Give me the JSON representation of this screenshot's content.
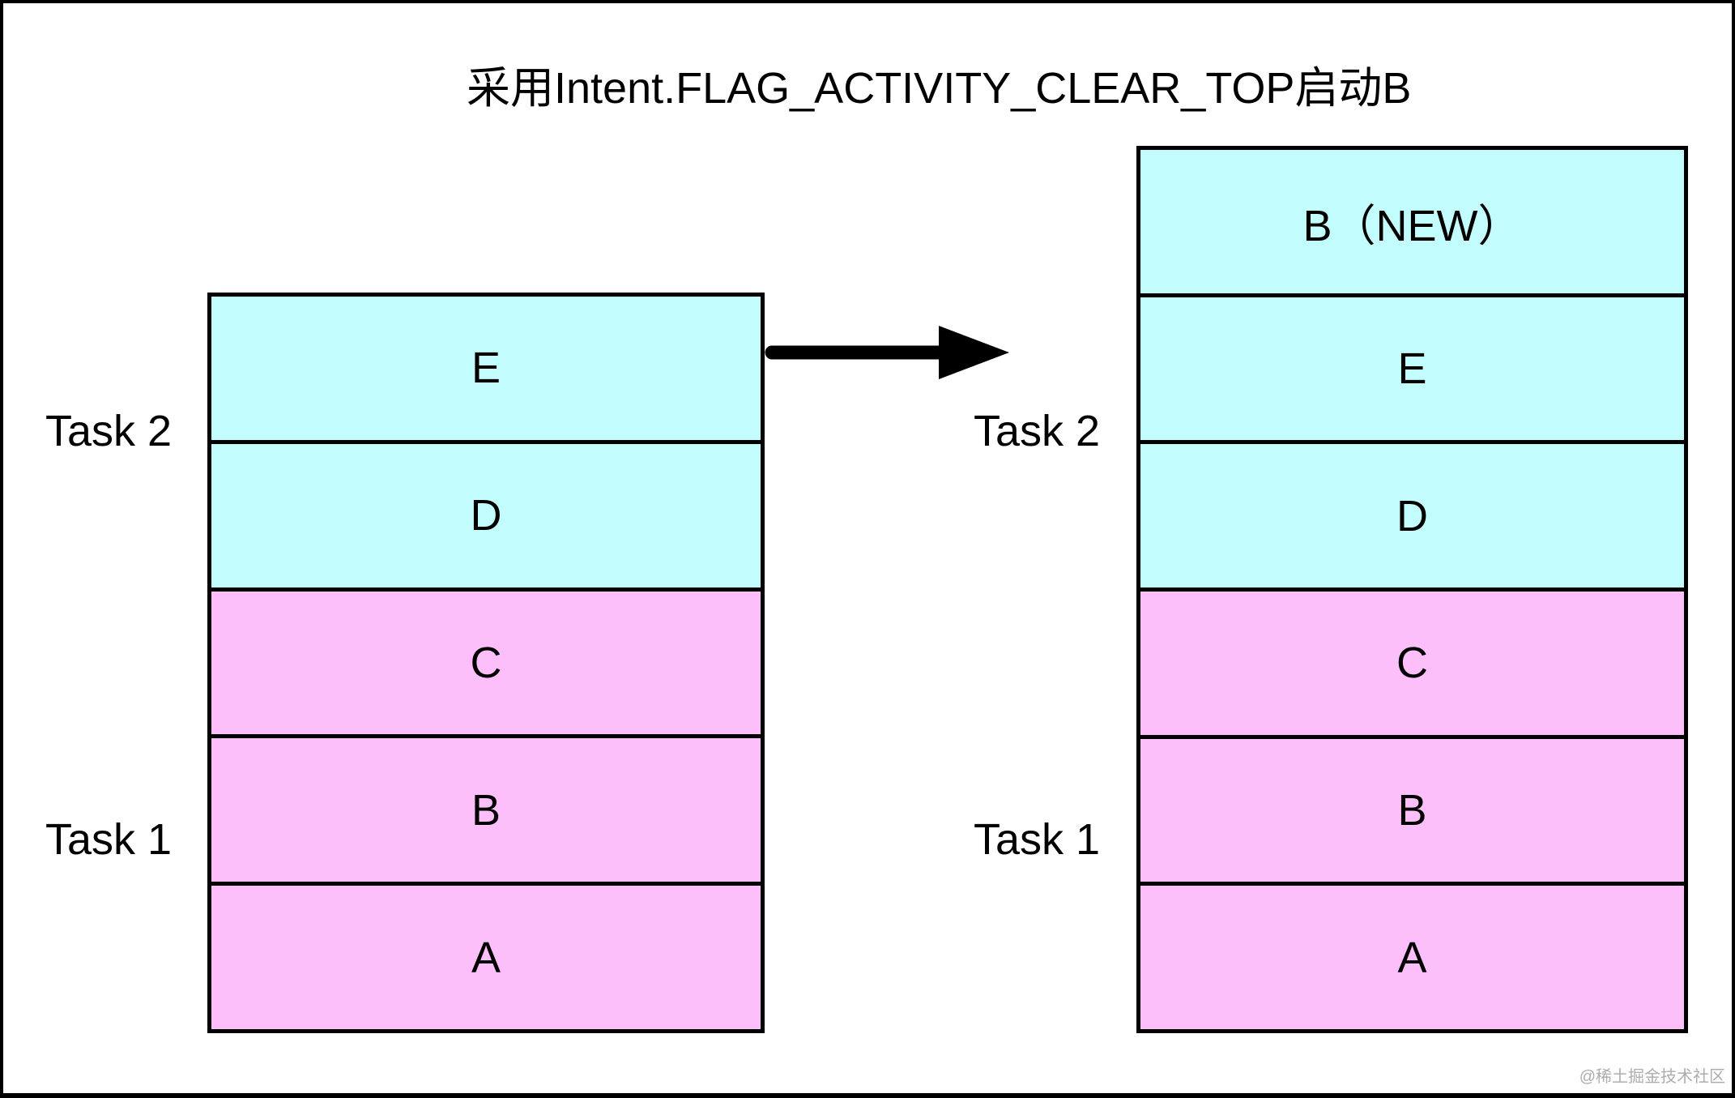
{
  "title": "采用Intent.FLAG_ACTIVITY_CLEAR_TOP启动B",
  "watermark": "@稀土掘金技术社区",
  "colors": {
    "task2": "#c3fcfc",
    "task1": "#fdbff9",
    "line": "#000000",
    "watermark": "#adadad"
  },
  "diagram": {
    "before": {
      "task2_label": "Task 2",
      "task1_label": "Task 1",
      "rows": [
        {
          "label": "E",
          "task": "task2"
        },
        {
          "label": "D",
          "task": "task2"
        },
        {
          "label": "C",
          "task": "task1"
        },
        {
          "label": "B",
          "task": "task1"
        },
        {
          "label": "A",
          "task": "task1"
        }
      ]
    },
    "after": {
      "task2_label": "Task 2",
      "task1_label": "Task 1",
      "rows": [
        {
          "label": "B（NEW）",
          "task": "task2"
        },
        {
          "label": "E",
          "task": "task2"
        },
        {
          "label": "D",
          "task": "task2"
        },
        {
          "label": "C",
          "task": "task1"
        },
        {
          "label": "B",
          "task": "task1"
        },
        {
          "label": "A",
          "task": "task1"
        }
      ]
    }
  }
}
